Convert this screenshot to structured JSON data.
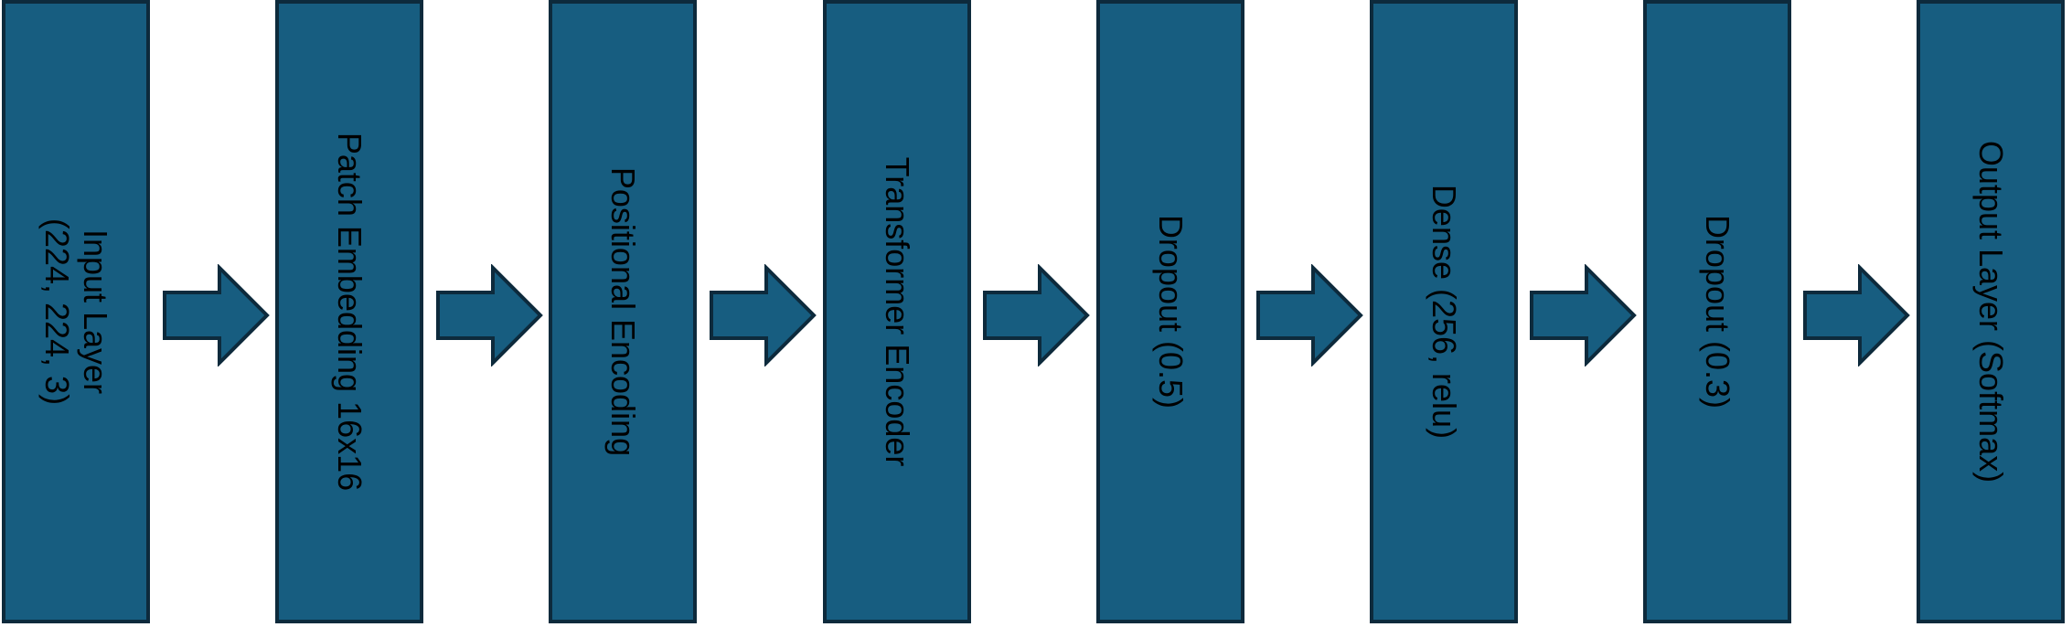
{
  "diagram": {
    "fill_color": "#175d80",
    "stroke_color": "#0d2a3c",
    "blocks": [
      {
        "lines": [
          "Input Layer",
          "(224, 224, 3)"
        ]
      },
      {
        "lines": [
          "Patch Embedding 16x16"
        ]
      },
      {
        "lines": [
          "Positional Encoding"
        ]
      },
      {
        "lines": [
          "Transformer Encoder"
        ]
      },
      {
        "lines": [
          "Dropout (0.5)"
        ]
      },
      {
        "lines": [
          "Dense (256, relu)"
        ]
      },
      {
        "lines": [
          "Dropout (0.3)"
        ]
      },
      {
        "lines": [
          "Output Layer (Softmax)"
        ]
      }
    ]
  }
}
